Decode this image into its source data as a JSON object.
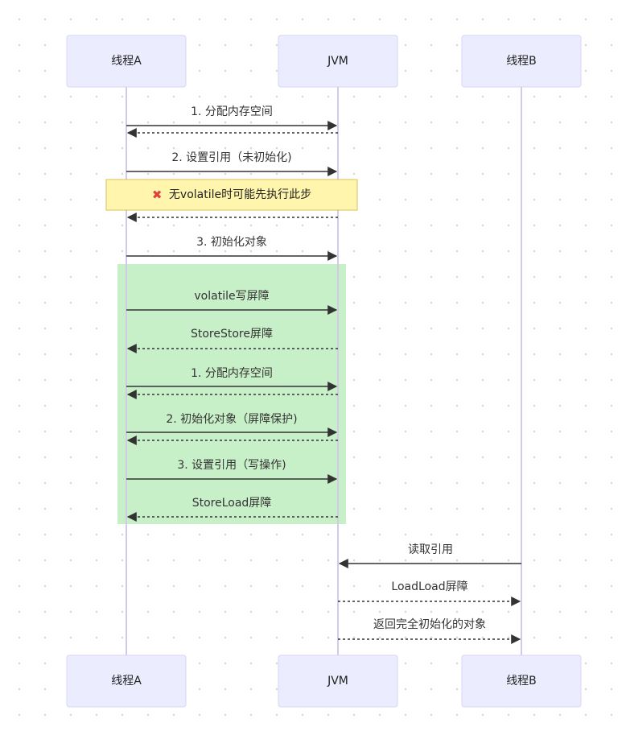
{
  "actors": {
    "a": "线程A",
    "jvm": "JVM",
    "b": "线程B"
  },
  "note": {
    "icon": "cross-mark-icon",
    "icon_glyph": "✖",
    "icon_color": "#e0413a",
    "text": "无volatile时可能先执行此步"
  },
  "highlight_color": "#c8f0c8",
  "messages": [
    {
      "from": "a",
      "to": "jvm",
      "text": "1. 分配内存空间",
      "style": "solid"
    },
    {
      "from": "jvm",
      "to": "a",
      "text": "",
      "style": "dashed"
    },
    {
      "from": "a",
      "to": "jvm",
      "text": "2. 设置引用（未初始化)",
      "style": "solid"
    },
    {
      "from": "jvm",
      "to": "a",
      "text": "",
      "style": "dashed"
    },
    {
      "from": "a",
      "to": "jvm",
      "text": "3. 初始化对象",
      "style": "solid"
    },
    {
      "from": "a",
      "to": "jvm",
      "text": "volatile写屏障",
      "style": "solid"
    },
    {
      "from": "jvm",
      "to": "a",
      "text": "StoreStore屏障",
      "style": "dashed"
    },
    {
      "from": "a",
      "to": "jvm",
      "text": "1. 分配内存空间",
      "style": "solid"
    },
    {
      "from": "jvm",
      "to": "a",
      "text": "",
      "style": "dashed"
    },
    {
      "from": "a",
      "to": "jvm",
      "text": "2. 初始化对象（屏障保护)",
      "style": "solid"
    },
    {
      "from": "jvm",
      "to": "a",
      "text": "",
      "style": "dashed"
    },
    {
      "from": "a",
      "to": "jvm",
      "text": "3. 设置引用（写操作)",
      "style": "solid"
    },
    {
      "from": "jvm",
      "to": "a",
      "text": "StoreLoad屏障",
      "style": "dashed"
    },
    {
      "from": "b",
      "to": "jvm",
      "text": "读取引用",
      "style": "solid"
    },
    {
      "from": "jvm",
      "to": "b",
      "text": "LoadLoad屏障",
      "style": "dashed"
    },
    {
      "from": "jvm",
      "to": "b",
      "text": "返回完全初始化的对象",
      "style": "dashed"
    }
  ]
}
